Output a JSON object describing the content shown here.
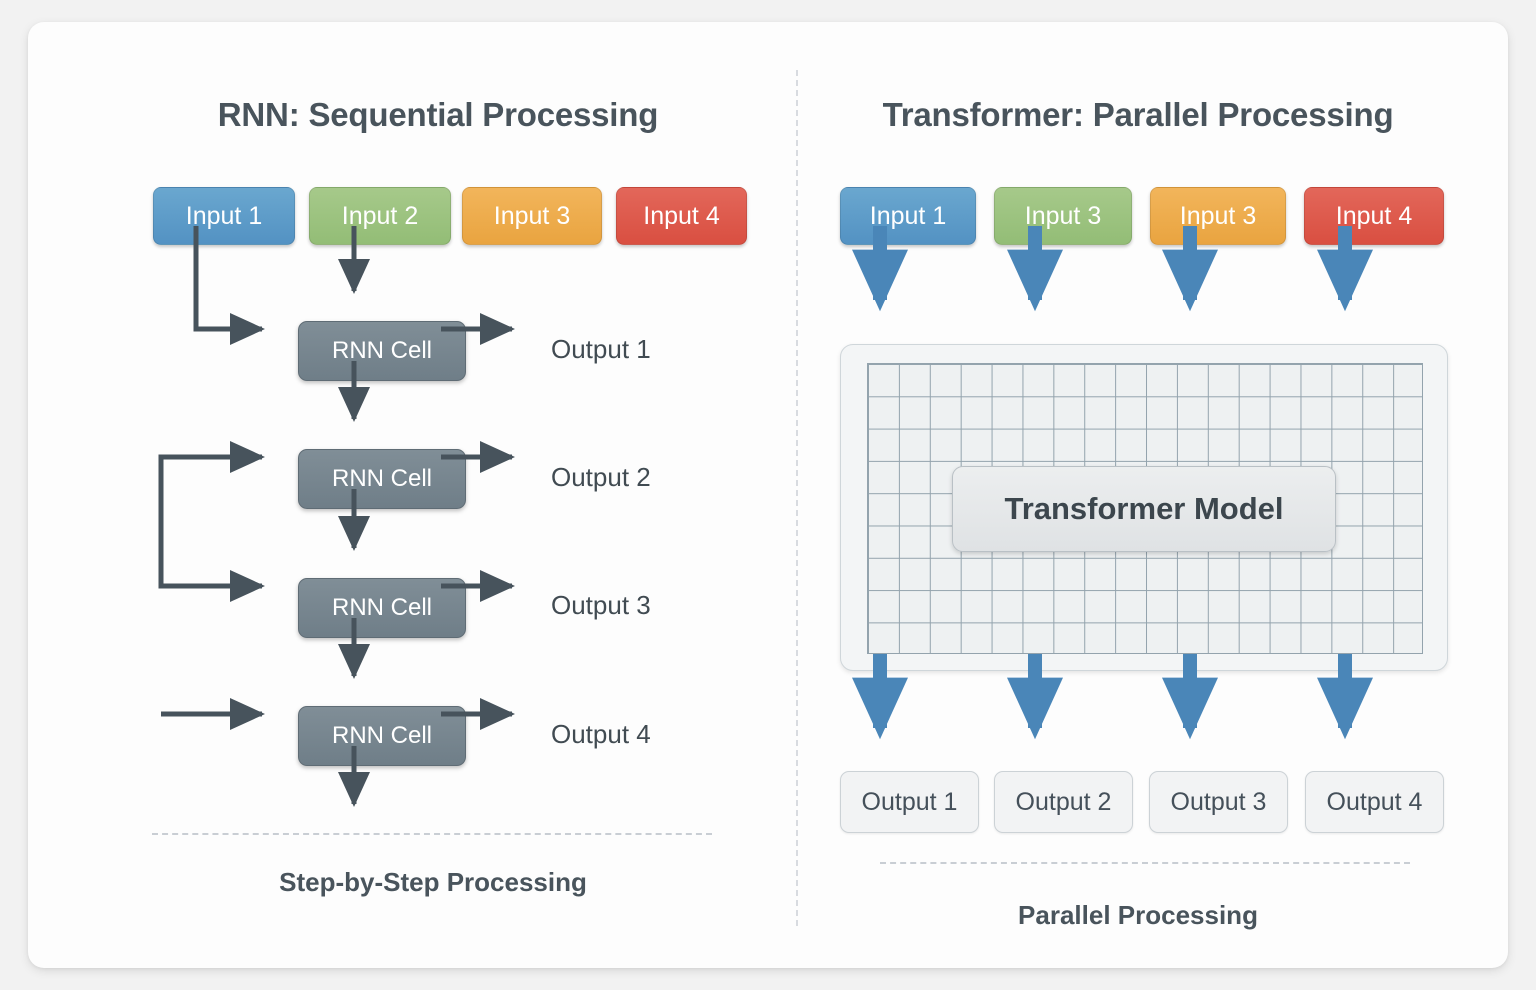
{
  "colors": {
    "blue": "#5392c3",
    "green": "#93bd76",
    "orange": "#e9a440",
    "red": "#d94f41",
    "cell_gray": "#6f7e88",
    "arrow_dark": "#47535c",
    "arrow_blue": "#4a86b8",
    "text_dark": "#49545c",
    "card_bg": "#fdfdfd",
    "page_bg": "#f2f2f2"
  },
  "left_panel": {
    "title": "RNN: Sequential Processing",
    "caption": "Step-by-Step Processing",
    "inputs": [
      {
        "label": "Input 1",
        "color": "blue"
      },
      {
        "label": "Input 2",
        "color": "green"
      },
      {
        "label": "Input 3",
        "color": "orange"
      },
      {
        "label": "Input 4",
        "color": "red"
      }
    ],
    "cells": [
      {
        "label": "RNN Cell",
        "output": "Output 1"
      },
      {
        "label": "RNN Cell",
        "output": "Output 2"
      },
      {
        "label": "RNN Cell",
        "output": "Output 3"
      },
      {
        "label": "RNN Cell",
        "output": "Output 4"
      }
    ]
  },
  "right_panel": {
    "title": "Transformer: Parallel Processing",
    "caption": "Parallel Processing",
    "model_label": "Transformer Model",
    "inputs": [
      {
        "label": "Input 1",
        "color": "blue"
      },
      {
        "label": "Input 3",
        "color": "green"
      },
      {
        "label": "Input 3",
        "color": "orange"
      },
      {
        "label": "Input 4",
        "color": "red"
      }
    ],
    "outputs": [
      {
        "label": "Output 1"
      },
      {
        "label": "Output 2"
      },
      {
        "label": "Output 3"
      },
      {
        "label": "Output 4"
      }
    ],
    "grid": {
      "columns": 18,
      "rows": 9
    }
  }
}
